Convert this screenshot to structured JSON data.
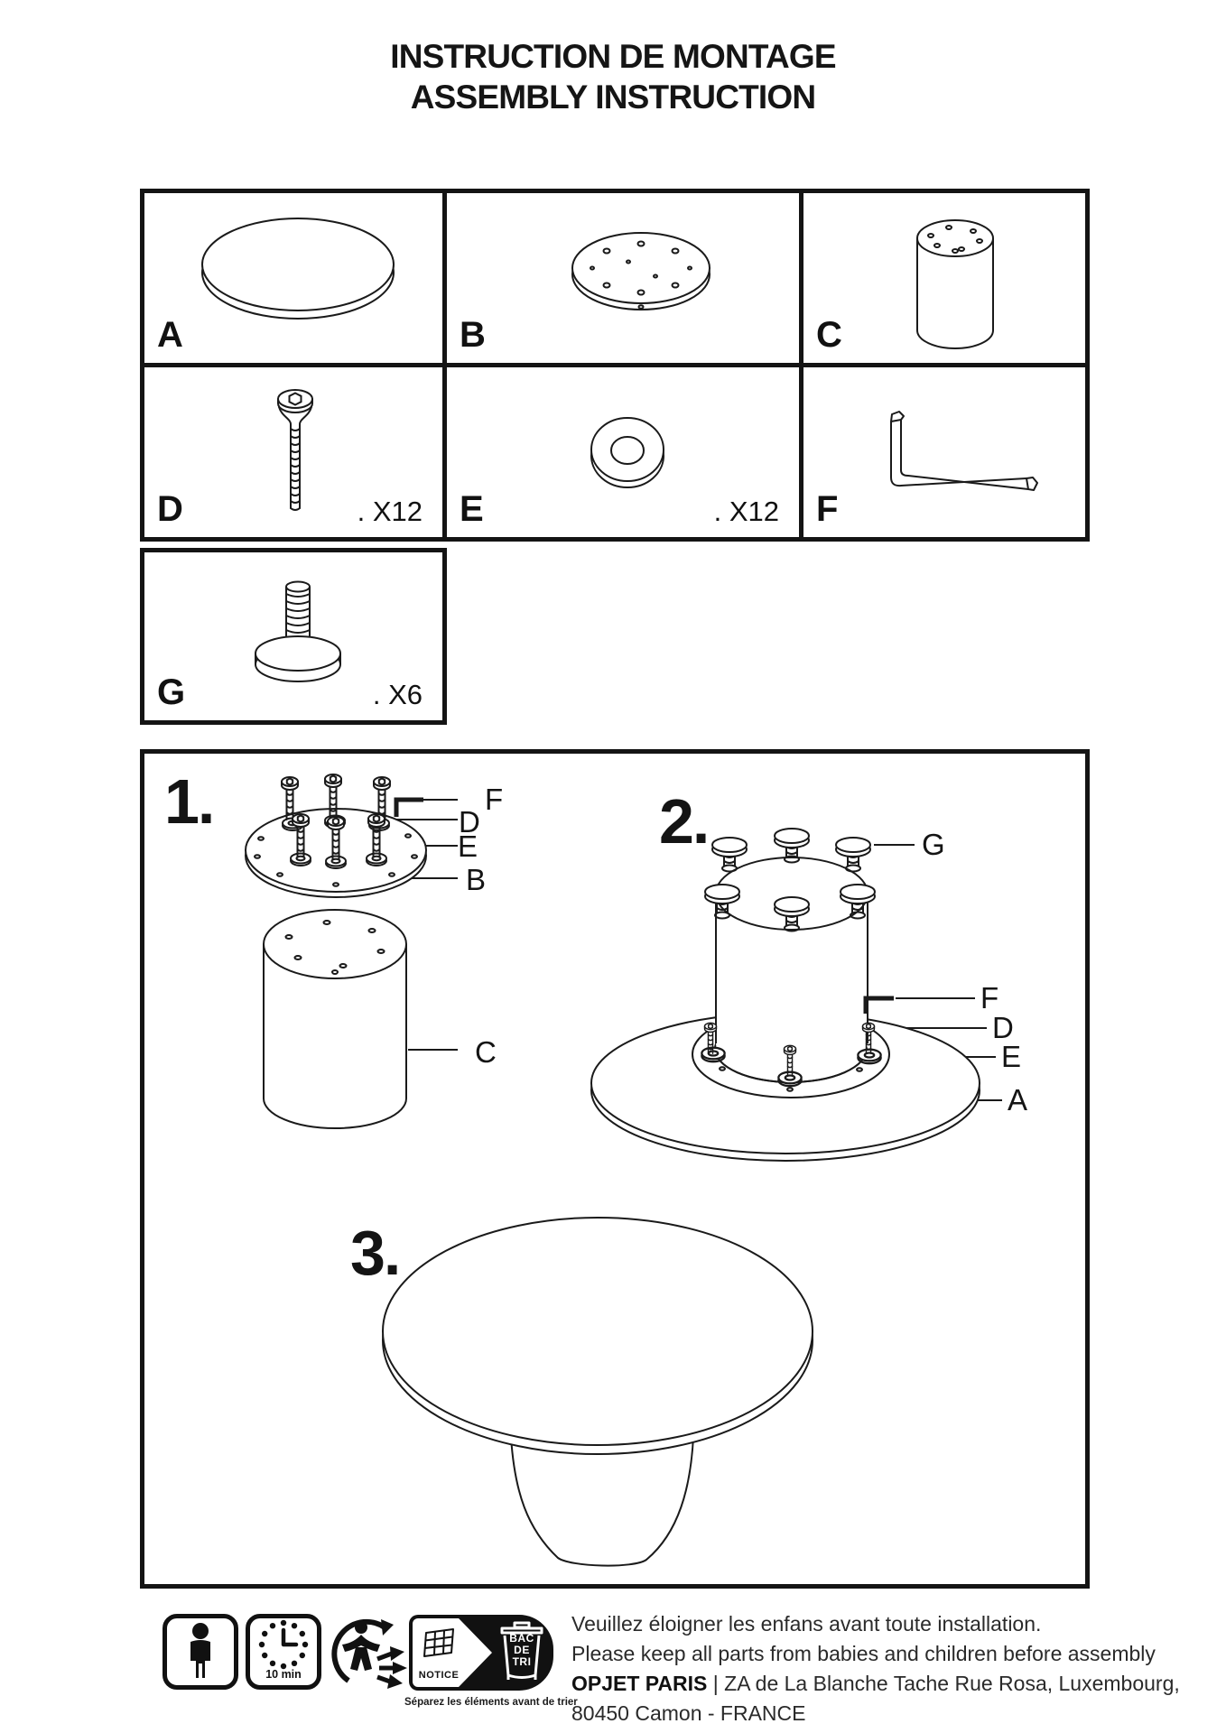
{
  "title": {
    "line1": "INSTRUCTION DE MONTAGE",
    "line2": "ASSEMBLY INSTRUCTION"
  },
  "parts": {
    "a": {
      "label": "A"
    },
    "b": {
      "label": "B"
    },
    "c": {
      "label": "C"
    },
    "d": {
      "label": "D",
      "qty": ". X12"
    },
    "e": {
      "label": "E",
      "qty": ". X12"
    },
    "f": {
      "label": "F"
    },
    "g": {
      "label": "G",
      "qty": ". X6"
    }
  },
  "steps": {
    "one": {
      "num": "1.",
      "f": "F",
      "d": "D",
      "e": "E",
      "b": "B",
      "c": "C"
    },
    "two": {
      "num": "2.",
      "g": "G",
      "f": "F",
      "d": "D",
      "e": "E",
      "a": "A"
    },
    "three": {
      "num": "3."
    }
  },
  "footer": {
    "assembly_time": "10 min",
    "notice_label": "NOTICE",
    "bin_line1": "BAC",
    "bin_line2": "DE",
    "bin_line3": "TRI",
    "sort_caption": "Séparez les éléments avant de trier",
    "warning_fr": "Veuillez éloigner les enfans avant toute installation.",
    "warning_en": "Please keep all parts from babies and children before assembly",
    "brand": "OPJET PARIS",
    "address": " | ZA de La Blanche Tache Rue Rosa, Luxembourg,",
    "address2": "80450 Camon - FRANCE"
  },
  "colors": {
    "ink": "#1a1a1a",
    "paper": "#ffffff"
  }
}
